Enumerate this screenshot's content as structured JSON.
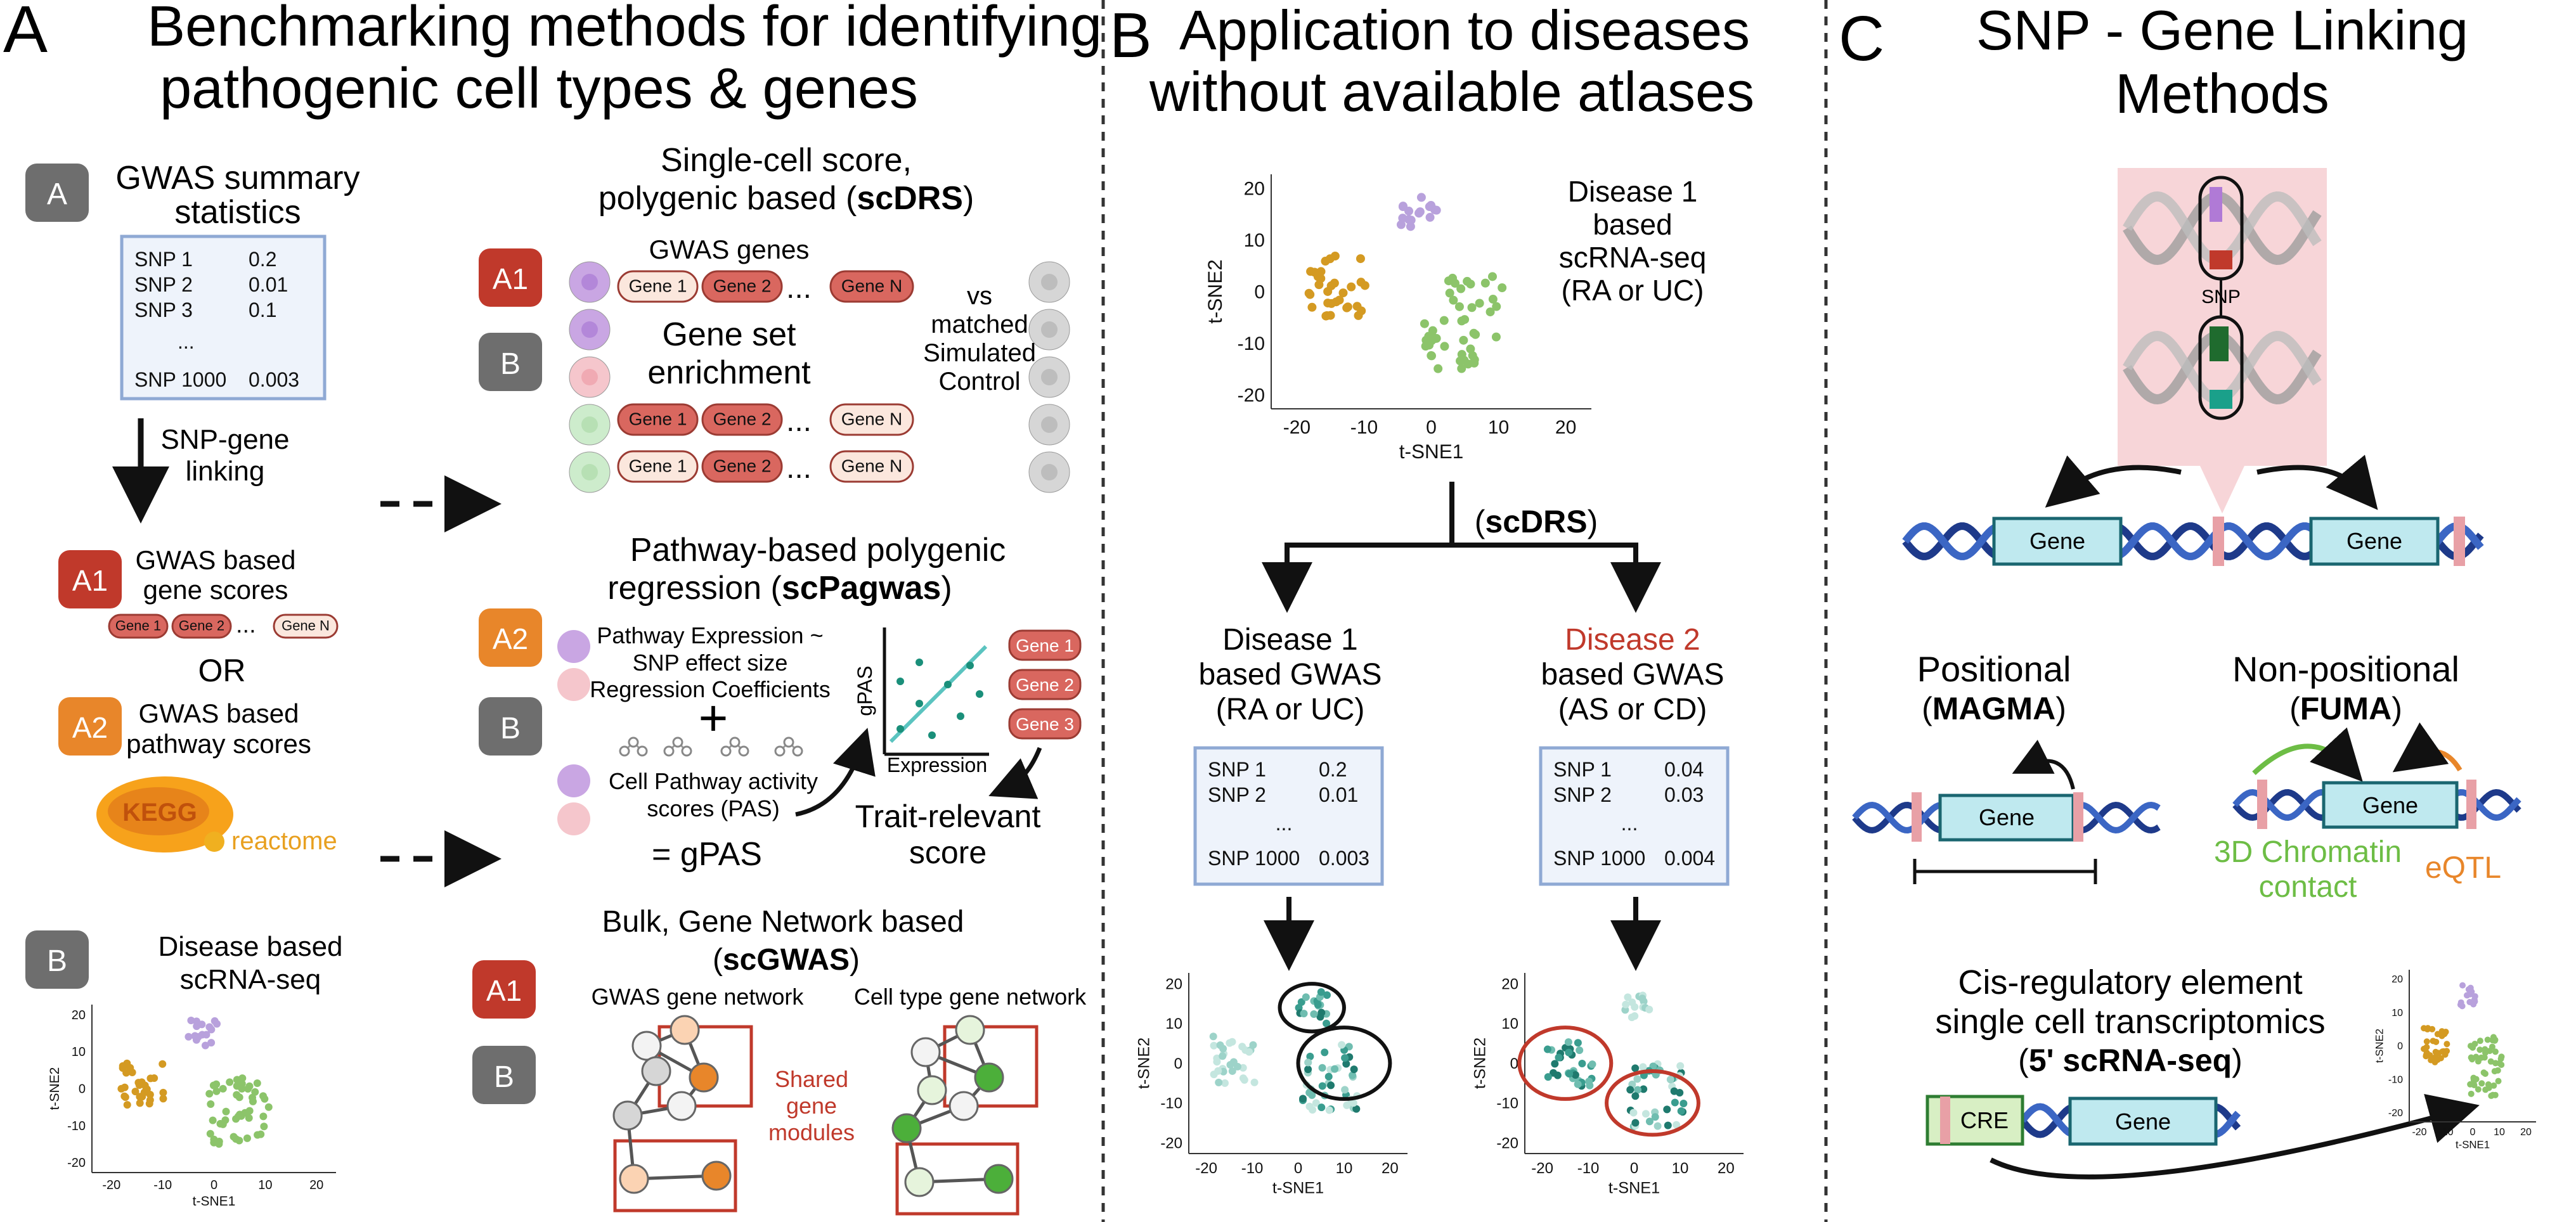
{
  "colors": {
    "gene_fill": "#d9675f",
    "gene_light": "#fbe7dd",
    "blue_box": "#8fa9d4",
    "red": "#c0392b",
    "orange": "#e8862a",
    "green": "#6dbd45",
    "teal": "#2e8b7a",
    "gray_badge": "#6e6e6e"
  },
  "panelA": {
    "letter": "A",
    "title1": "Benchmarking methods for identifying",
    "title2": "pathogenic cell types & genes",
    "gwas_title1": "GWAS summary",
    "gwas_title2": "statistics",
    "snp_table": [
      [
        "SNP 1",
        "0.2"
      ],
      [
        "SNP 2",
        "0.01"
      ],
      [
        "SNP 3",
        "0.1"
      ],
      [
        "...",
        ""
      ],
      [
        "SNP 1000",
        "0.003"
      ]
    ],
    "link1": "SNP-gene",
    "link2": "linking",
    "a1_text1": "GWAS based",
    "a1_text2": "gene scores",
    "or": "OR",
    "a2_text1": "GWAS based",
    "a2_text2": "pathway scores",
    "kegg": "KEGG",
    "reactome": "reactome",
    "b_text1": "Disease based",
    "b_text2": "scRNA-seq",
    "badge_A": "A",
    "badge_A1": "A1",
    "badge_A2": "A2",
    "badge_B": "B",
    "small_genes": [
      "Gene 1",
      "Gene 2",
      "...",
      "Gene N"
    ],
    "drs_title1": "Single-cell score,",
    "drs_title2": "polygenic based (",
    "drs_bold": "scDRS",
    "drs_close": ")",
    "gwas_genes": "GWAS genes",
    "gene_row": [
      "Gene 1",
      "Gene 2",
      "...",
      "Gene N"
    ],
    "gse1": "Gene set",
    "gse2": "enrichment",
    "vs": "vs",
    "matched": "matched",
    "simulated": "Simulated",
    "control": "Control",
    "pag_title1": "Pathway-based polygenic",
    "pag_title2": "regression (",
    "pag_bold": "scPagwas",
    "pag_close": ")",
    "pathexpr1": "Pathway Expression ~",
    "pathexpr2": "SNP effect size",
    "pathexpr3": "Regression Coefficients",
    "plus": "+",
    "pas1": "Cell Pathway activity",
    "pas2": "scores (PAS)",
    "gpas": "= gPAS",
    "gpas_axis": "gPAS",
    "expression_axis": "Expression",
    "pag_genes": [
      "Gene 1",
      "Gene 2",
      "Gene 3"
    ],
    "trait1": "Trait-relevant",
    "trait2": "score",
    "net_title1": "Bulk, Gene Network based",
    "net_title2_open": "(",
    "net_bold": "scGWAS",
    "net_close": ")",
    "gwas_net": "GWAS gene network",
    "cell_net": "Cell type gene network",
    "shared1": "Shared",
    "shared2": "gene",
    "shared3": "modules"
  },
  "panelB": {
    "letter": "B",
    "title1": "Application to diseases",
    "title2": "without available atlases",
    "d1_1": "Disease 1",
    "d1_2": "based",
    "d1_3": "scRNA-seq",
    "d1_4": "(RA or UC)",
    "scdrs_open": "(",
    "scdrs": "scDRS",
    "scdrs_close": ")",
    "g1_1": "Disease 1",
    "g1_2": "based GWAS",
    "g1_3": "(RA or UC)",
    "g2_1": "Disease 2",
    "g2_2": "based GWAS",
    "g2_3": "(AS or CD)",
    "snp_left": [
      [
        "SNP 1",
        "0.2"
      ],
      [
        "SNP 2",
        "0.01"
      ],
      [
        "...",
        ""
      ],
      [
        "SNP 1000",
        "0.003"
      ]
    ],
    "snp_right": [
      [
        "SNP 1",
        "0.04"
      ],
      [
        "SNP 2",
        "0.03"
      ],
      [
        "...",
        ""
      ],
      [
        "SNP 1000",
        "0.004"
      ]
    ]
  },
  "panelC": {
    "letter": "C",
    "title1": "SNP - Gene Linking",
    "title2": "Methods",
    "snp": "SNP",
    "gene": "Gene",
    "pos1": "Positional",
    "pos_open": "(",
    "pos_bold": "MAGMA",
    "pos_close": ")",
    "npos1": "Non-positional",
    "npos_open": "(",
    "npos_bold": "FUMA",
    "npos_close": ")",
    "chromatin1": "3D Chromatin",
    "chromatin2": "contact",
    "eqtl": "eQTL",
    "cis1": "Cis-regulatory element",
    "cis2": "single cell transcriptomics",
    "cis_open": "(",
    "cis_bold": "5' scRNA-seq",
    "cis_close": ")",
    "cre": "CRE"
  },
  "tsne": {
    "xlabel": "t-SNE1",
    "ylabel": "t-SNE2",
    "xticks": [
      "-20",
      "-10",
      "0",
      "10",
      "20"
    ],
    "yticks": [
      "20",
      "10",
      "0",
      "-10",
      "-20"
    ]
  }
}
